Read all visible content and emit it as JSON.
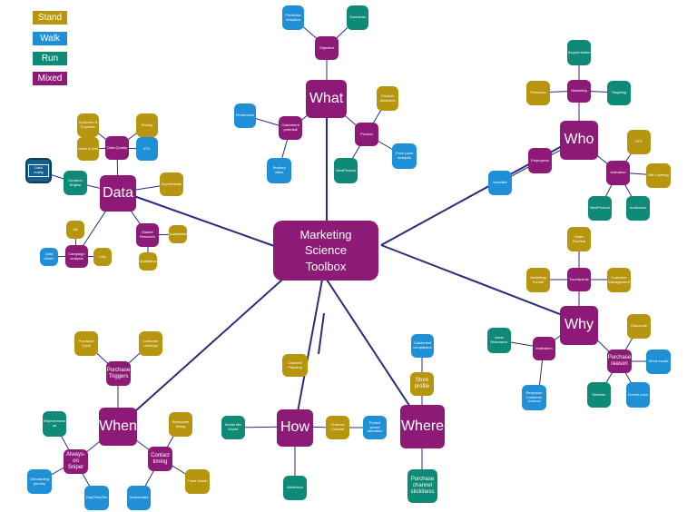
{
  "colors": {
    "stand": "#b8950e",
    "walk": "#1f8fd6",
    "run": "#0f8a76",
    "mixed": "#8e1a78",
    "line": "#2b2d7a"
  },
  "legend": [
    {
      "label": "Stand",
      "color": "#b8950e"
    },
    {
      "label": "Walk",
      "color": "#1f8fd6"
    },
    {
      "label": "Run",
      "color": "#0f8a76"
    },
    {
      "label": "Mixed",
      "color": "#8e1a78"
    }
  ],
  "center": "Marketing\nScience\nToolbox",
  "what": {
    "label": "What",
    "objective": "Objective",
    "predictive": "Predictive Analytics",
    "scenarios": "Scenarios",
    "catchment": "Catchment potential",
    "penetration": "Penetration",
    "territory": "Territory Value",
    "product": "Product",
    "product_attr": "Product Attributes",
    "nextproduct": "NextProduct",
    "pricepoint": "Price point analysis"
  },
  "who": {
    "label": "Who",
    "employees": "Employees",
    "marketing": "Marketing",
    "segmentation": "Segmentation",
    "personas": "Personas",
    "targeting": "Targeting",
    "lookalike": "lookalike",
    "activation": "Activation",
    "spv": "SPV",
    "bidlayering": "Bid Layering",
    "nextproduct": "NextProduct",
    "audiences": "Audiences"
  },
  "why": {
    "label": "Why",
    "touchpoints": "Touchpoints",
    "sales": "Sales Pipeline",
    "funnel": "Marketing Funnel",
    "cust_mgmt": "Customer Management",
    "motivation": "Motivation",
    "asset": "Asset Relevance",
    "journey": "Response Customer Journey",
    "purchase": "Purchase reason",
    "discounts": "Discounts",
    "wordmouth": "Word mouth",
    "weather": "Weather",
    "events": "Events push"
  },
  "data": {
    "label": "Data",
    "quality": "Data Quality",
    "cust_exp": "Customer & Experien",
    "privacy": "Privacy",
    "value_add": "Value & Add",
    "etl": "ETL",
    "datareality": "Data reality",
    "decision": "Decision Engine",
    "experiments": "Experiments",
    "campaign": "Campaign analysis",
    "ab": "AB",
    "datadriven": "Data driven",
    "lifts": "Lifts",
    "market": "Market Research",
    "quant": "Quantitative",
    "qual": "Qualitative"
  },
  "when": {
    "label": "When",
    "triggers": "Purchase Triggers",
    "cycle": "Purchase Cycle",
    "offerings": "Customer offerings",
    "always": "Always-on Sniper",
    "repeat": "Repeat name ad",
    "onboarding": "Onboarding journey",
    "daytime": "Day/Time/Dis",
    "contact": "Contact timing",
    "broadcast": "Broadcast timing",
    "seasonality": "Seasonality",
    "trade": "Trade Inside"
  },
  "how": {
    "label": "How",
    "channel_planning": "Channel Planning",
    "media_mix": "Media Mix Model",
    "channel_calc": "Channel Calculat",
    "spend": "Pooled spend allocation",
    "attribution": "Attribution"
  },
  "where": {
    "label": "Where",
    "store": "Store profile",
    "catchment_cmp": "Catchment comparison",
    "stickiness": "Purchase channel stickiness"
  }
}
